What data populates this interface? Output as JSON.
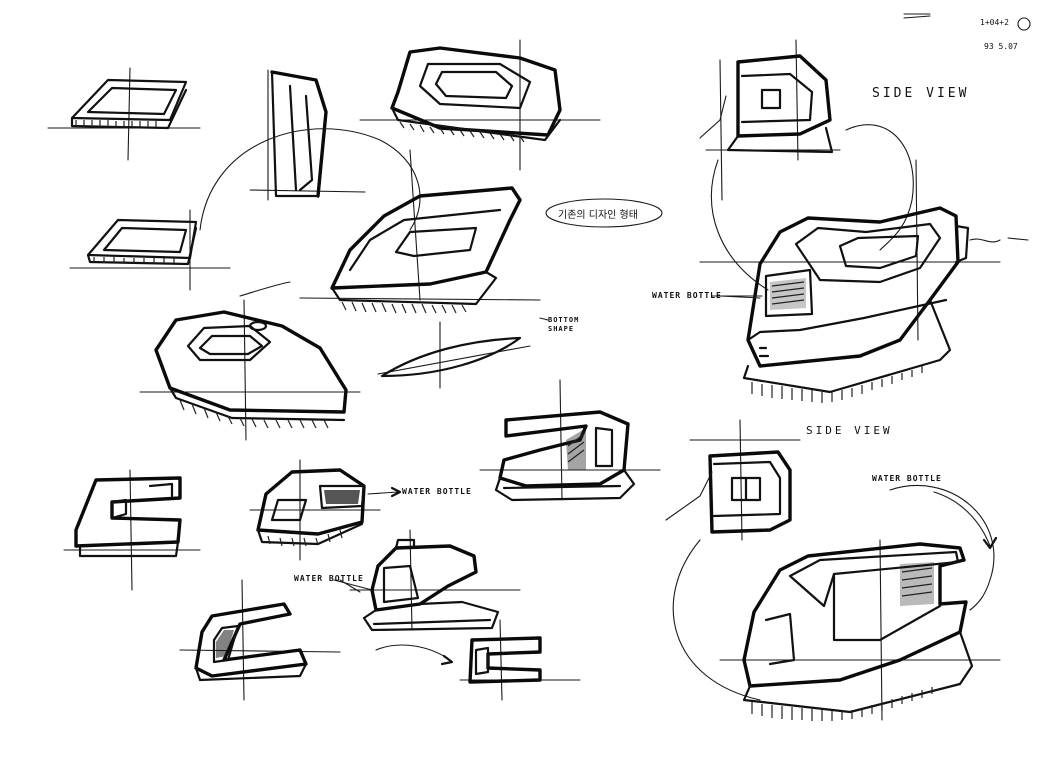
{
  "sheet": {
    "labels": {
      "side_view_top": "SIDE VIEW",
      "side_view_bottom": "SIDE VIEW",
      "water_bottle_1": "WATER BOTTLE",
      "water_bottle_2": "WATER BOTTLE",
      "water_bottle_3": "WATER BOTTLE",
      "water_bottle_4": "WATER BOTTLE",
      "bottom_shape": "BOTTOM SHAPE",
      "korean_note": "기존의 디자인 형태",
      "corner_note_1": "1+04+2",
      "corner_note_2": "93  5.07"
    },
    "ink_color": "#111111",
    "paper_color": "#ffffff"
  }
}
